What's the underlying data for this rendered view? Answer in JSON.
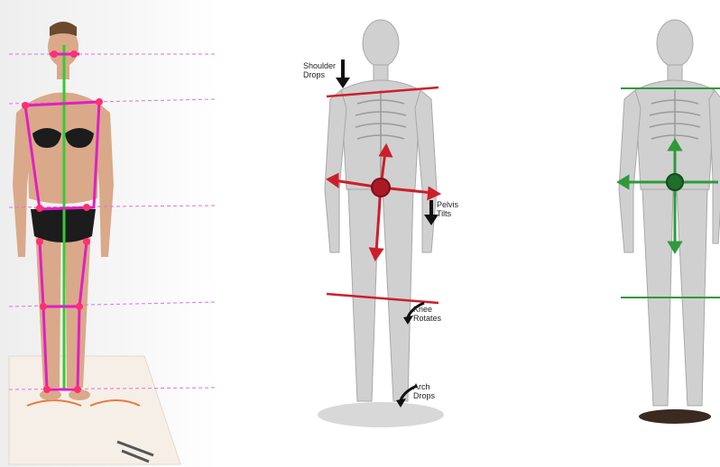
{
  "annotations": {
    "shoulder": "Shoulder\nDrops",
    "pelvis": "Pelvis\nTilts",
    "knee": "Knee\nRotates",
    "arch": "Arch\nDrops"
  },
  "colors": {
    "misaligned_line": "#cc1f2b",
    "aligned_line": "#2e9a3a",
    "landmark_line": "#e020c0",
    "guide_line": "#e070e0",
    "midline": "#33cc33",
    "label_text": "#222222"
  },
  "icons": [
    "down-arrow-icon",
    "curved-arrow-icon",
    "crosshair-icon"
  ]
}
